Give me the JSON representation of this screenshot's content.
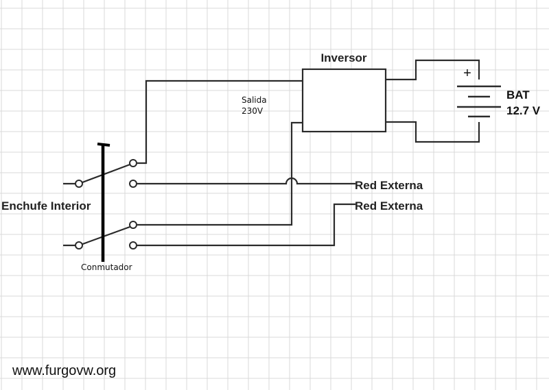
{
  "labels": {
    "inversor": "Inversor",
    "salida_line1": "Salida",
    "salida_line2": "230V",
    "bat_line1": "BAT",
    "bat_line2": "12.7 V",
    "battery_plus": "+",
    "red_externa_1": "Red Externa",
    "red_externa_2": "Red Externa",
    "enchufe_interior": "Enchufe Interior",
    "conmutador": "Conmutador",
    "watermark": "www.furgovw.org"
  },
  "colors": {
    "background": "#ffffff",
    "grid": "#d9d9d9",
    "wire": "#2a2a2a",
    "switch_lever": "#000000"
  }
}
